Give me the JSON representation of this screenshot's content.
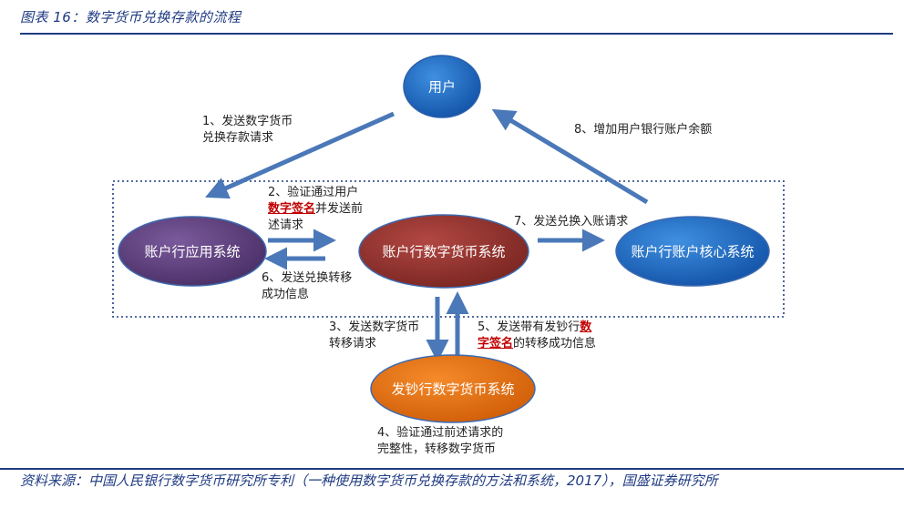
{
  "title": "图表 16：数字货币兑换存款的流程",
  "source": "资料来源：中国人民银行数字货币研究所专利（一种使用数字货币兑换存款的方法和系统，2017），国盛证券研究所",
  "nodes": {
    "user": "用户",
    "app_system": "账户行应用系统",
    "digital_system": "账户行数字货币系统",
    "core_system": "账户行账户核心系统",
    "issuer_system": "发钞行数字货币系统"
  },
  "steps": {
    "s1": {
      "line1": "1、发送数字货币",
      "line2": "兑换存款请求"
    },
    "s2": {
      "line1": "2、验证通过用户",
      "red": "数字签名",
      "tail": "并发送前",
      "line3": "述请求"
    },
    "s3": {
      "line1": "3、发送数字货币",
      "line2": "转移请求"
    },
    "s4": {
      "line1": "4、验证通过前述请求的",
      "line2": "完整性，转移数字货币"
    },
    "s5": {
      "line1": "5、发送带有发钞行",
      "red1": "数",
      "red2": "字签名",
      "tail": "的转移成功信息"
    },
    "s6": {
      "line1": "6、发送兑换转移",
      "line2": "成功信息"
    },
    "s7": {
      "line1": "7、发送兑换入账请求"
    },
    "s8": {
      "line1": "8、增加用户银行账户余额"
    }
  },
  "colors": {
    "user": "#1565c0",
    "app_system": "#5b3d7a",
    "digital_system": "#8e2f2b",
    "core_system": "#1565c0",
    "issuer_system": "#e06c10",
    "arrow": "#4a78b8",
    "frame": "#1f3b82"
  }
}
